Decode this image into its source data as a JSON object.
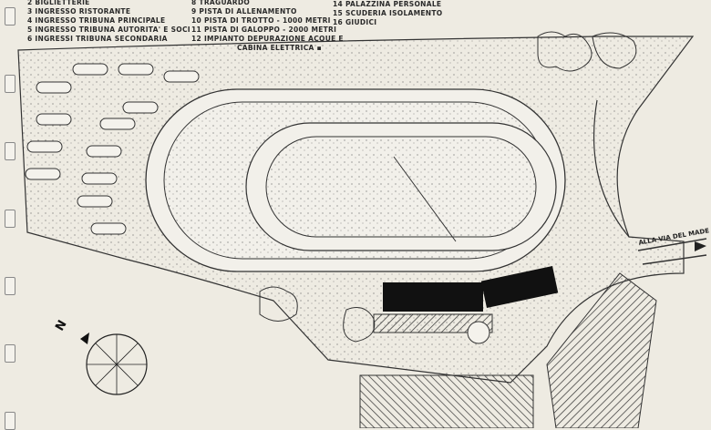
{
  "legend": {
    "col1": [
      "2 BIGLIETTERIE",
      "3 INGRESSO RISTORANTE",
      "4 INGRESSO TRIBUNA PRINCIPALE",
      "5 INGRESSO TRIBUNA AUTORITA' E SOCI",
      "6 INGRESSI TRIBUNA SECONDARIA"
    ],
    "col2": [
      "8 TRAGUARDO",
      "9 PISTA DI ALLENAMENTO",
      "10 PISTA DI TROTTO - 1000 METRI",
      "11 PISTA DI GALOPPO - 2000 METRI",
      "12 IMPIANTO DEPURAZIONE ACQUE E",
      "CABINA ELETTRICA ▪"
    ],
    "col3": [
      "14 PALAZZINA PERSONALE",
      "15 SCUDERIA ISOLAMENTO",
      "16 GIUDICI"
    ]
  },
  "road_label": "ALLA VIA DEL MADE",
  "compass_label": "N",
  "colors": {
    "paper": "#eeebe2",
    "ink": "#2a2a2a"
  }
}
